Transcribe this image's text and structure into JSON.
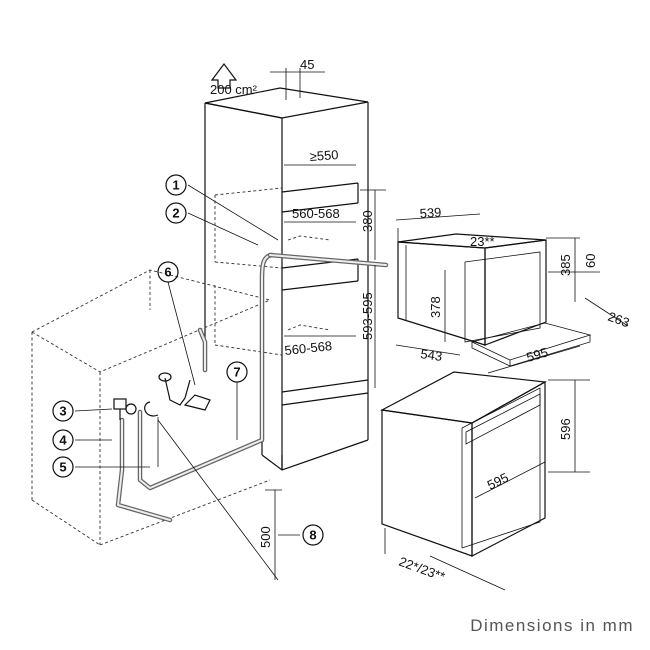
{
  "dimensions": {
    "vent_area": "200 cm²",
    "top_gap": "45",
    "depth_min": "≥550",
    "width_upper": "560-568",
    "height_upper": "380",
    "height_niche": "593-595",
    "width_lower": "560-568",
    "unit_width": "539",
    "unit_depth_back": "23**",
    "unit_height_right": "385",
    "unit_gap_right": "60",
    "unit_inner_height": "378",
    "unit_depth": "263",
    "unit_front_depth": "543",
    "unit_front_width": "595",
    "oven_height": "596",
    "oven_width": "595",
    "oven_depth_front": "22*/23**",
    "floor_height": "500"
  },
  "callouts": [
    "1",
    "2",
    "3",
    "4",
    "5",
    "6",
    "7",
    "8"
  ],
  "caption": "Dimensions in mm",
  "colors": {
    "line": "#111111",
    "hose": "#666666",
    "panel": "#e6e6e6",
    "caption": "#555555"
  }
}
